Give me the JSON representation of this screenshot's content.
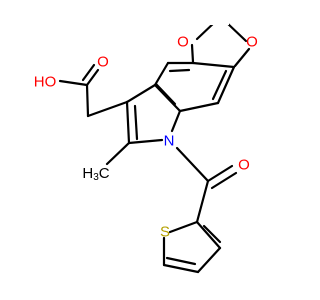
{
  "molecule": {
    "atoms": {
      "o_top_left": {
        "label": "O",
        "color": "#ff0000"
      },
      "o_top_right": {
        "label": "O",
        "color": "#ff0000"
      },
      "o_carbonyl_acid": {
        "label": "O",
        "color": "#ff0000"
      },
      "oh_acid": {
        "label": "HO",
        "color": "#ff0000"
      },
      "n_indole": {
        "label": "N",
        "color": "#0000ff"
      },
      "o_ketone": {
        "label": "O",
        "color": "#ff0000"
      },
      "s_thiophene": {
        "label": "S",
        "color": "#b5a100"
      },
      "methyl": {
        "label": "H3C",
        "color": "#000000"
      }
    },
    "bond_color": "#000000"
  }
}
